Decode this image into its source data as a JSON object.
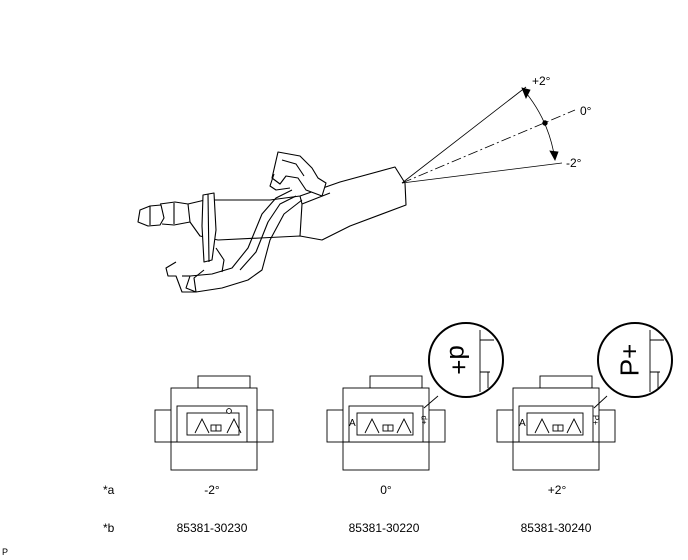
{
  "angle_labels": {
    "plus": "+2°",
    "zero": "0°",
    "minus": "-2°"
  },
  "row_a": {
    "label": "*a",
    "values": [
      "-2°",
      "0°",
      "+2°"
    ]
  },
  "row_b": {
    "label": "*b",
    "values": [
      "85381-30230",
      "85381-30220",
      "85381-30240"
    ]
  },
  "connector_marks": {
    "side_letter": "A",
    "inner_letter": "A",
    "zoom_mark_0": "d+",
    "zoom_mark_plus2": "P+"
  },
  "footer_mark": "P"
}
